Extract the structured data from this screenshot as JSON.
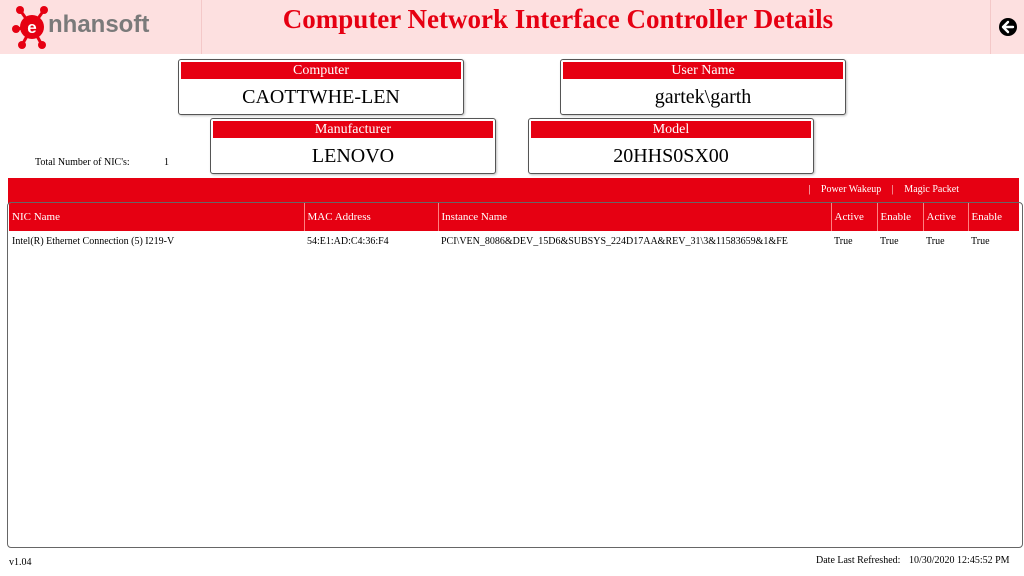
{
  "header": {
    "logo_text": "nhansoft",
    "title": "Computer Network Interface Controller Details"
  },
  "cards": {
    "computer": {
      "label": "Computer",
      "value": "CAOTTWHE-LEN"
    },
    "user_name": {
      "label": "User Name",
      "value": "gartek\\garth"
    },
    "manufacturer": {
      "label": "Manufacturer",
      "value": "LENOVO"
    },
    "model": {
      "label": "Model",
      "value": "20HHS0SX00"
    }
  },
  "summary": {
    "nic_count_label": "Total Number of NIC's:",
    "nic_count_value": "1"
  },
  "bar": {
    "sep1": "|",
    "power_wakeup": "Power Wakeup",
    "sep2": "|",
    "magic_packet": "Magic Packet"
  },
  "table": {
    "columns": [
      "NIC Name",
      "MAC Address",
      "Instance Name",
      "Active",
      "Enable",
      "Active",
      "Enable"
    ],
    "rows": [
      [
        "Intel(R) Ethernet Connection (5) I219-V",
        "54:E1:AD:C4:36:F4",
        "PCI\\VEN_8086&DEV_15D6&SUBSYS_224D17AA&REV_31\\3&11583659&1&FE",
        "True",
        "True",
        "True",
        "True"
      ]
    ]
  },
  "footer": {
    "version": "v1.04",
    "refresh_label": "Date Last Refreshed:",
    "refresh_value": "10/30/2020 12:45:52 PM"
  },
  "colors": {
    "accent": "#e60012",
    "header_bg": "#fde0e0",
    "logo_gray": "#7a7a7a"
  },
  "icons": {
    "logo": "enhansoft-network-logo-icon",
    "back": "back-arrow-icon"
  }
}
